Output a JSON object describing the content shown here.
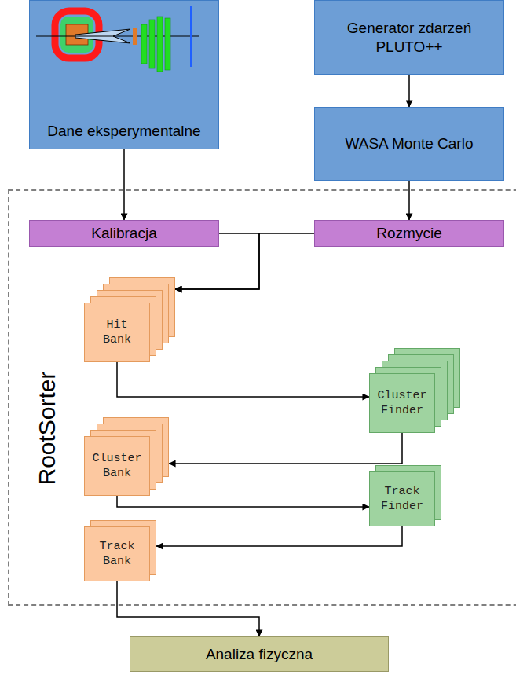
{
  "diagram": {
    "nodes": [
      {
        "text": [
          "Dane eksperymentalne"
        ]
      },
      {
        "text": [
          "Generator zdarzeń PLUTO++"
        ]
      },
      {
        "text": [
          "WASA Monte Carlo"
        ]
      },
      {
        "text": [
          "RootSorter"
        ]
      },
      {
        "text": [
          "Kalibracja"
        ],
        "in": 3
      },
      {
        "text": [
          "Rozmycie"
        ],
        "in": 3
      },
      {
        "text": [
          "Hit Bank"
        ],
        "in": 3
      },
      {
        "text": [
          "Cluster Finder"
        ],
        "in": 3
      },
      {
        "text": [
          "Cluster Bank"
        ],
        "in": 3
      },
      {
        "text": [
          "Track Finder"
        ],
        "in": 3
      },
      {
        "text": [
          "Track Bank"
        ],
        "in": 3
      },
      {
        "text": [
          "Analiza fizyczna"
        ]
      }
    ],
    "edges": [
      {
        "from": 0,
        "to": 4,
        "arrow": "to"
      },
      {
        "from": 1,
        "to": 2,
        "arrow": "to"
      },
      {
        "from": 2,
        "to": 5,
        "arrow": "to"
      },
      {
        "from": 4,
        "to": 6,
        "arrow": "to"
      },
      {
        "from": 5,
        "to": 6,
        "arrow": "to"
      },
      {
        "from": 6,
        "to": 7,
        "arrow": "to"
      },
      {
        "from": 7,
        "to": 8,
        "arrow": "to"
      },
      {
        "from": 8,
        "to": 9,
        "arrow": "to"
      },
      {
        "from": 9,
        "to": 10,
        "arrow": "to"
      },
      {
        "from": 10,
        "to": 11,
        "arrow": "to"
      }
    ]
  }
}
